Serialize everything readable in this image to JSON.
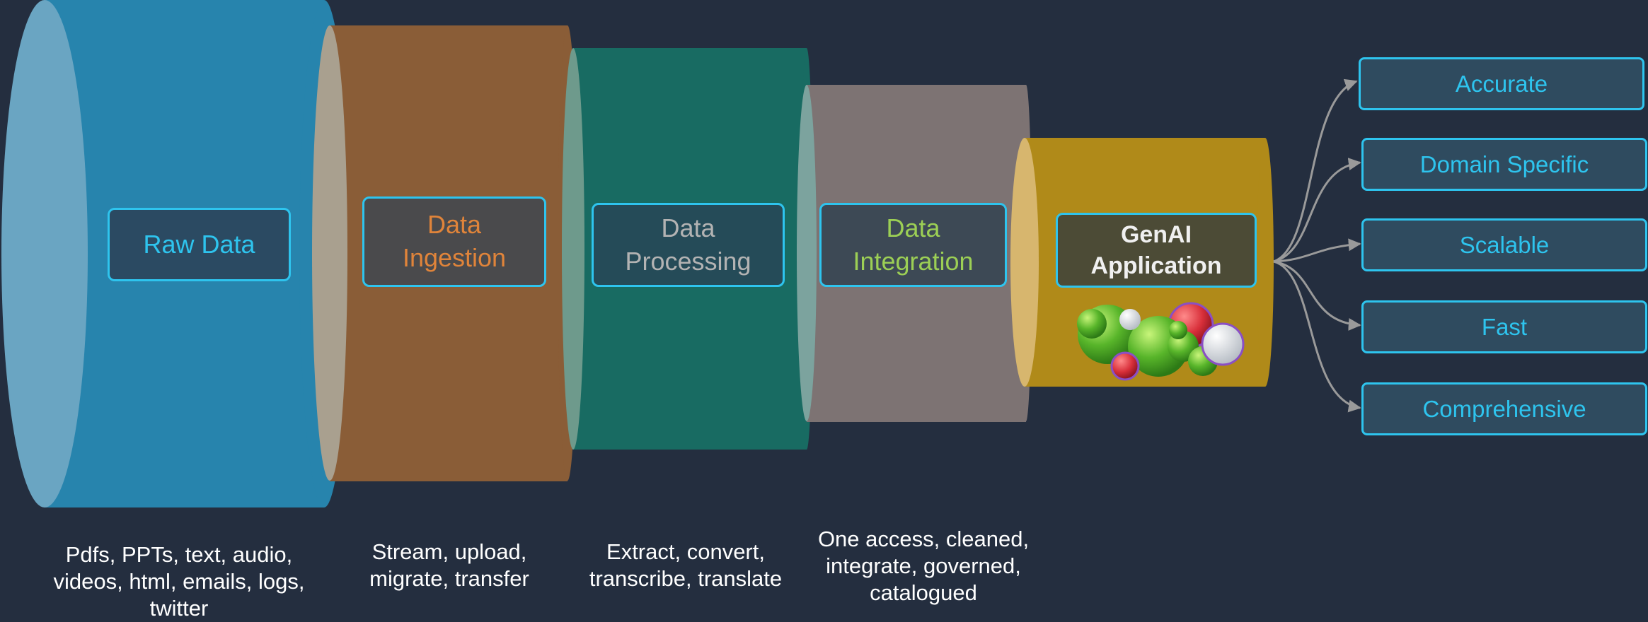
{
  "colors": {
    "background": "#242e3f",
    "accent_border": "#2ec4ee",
    "raw_data_cylinder": "#2784ad",
    "ingestion_cylinder": "#8a5d37",
    "processing_cylinder": "#186b62",
    "integration_cylinder": "#7d7373",
    "genai_cylinder": "#b08a19"
  },
  "stages": [
    {
      "id": "raw-data",
      "title_lines": [
        "Raw Data"
      ],
      "title_color": "#2ec4ee",
      "description_lines": [
        "Pdfs, PPTs, text, audio,",
        "videos, html, emails, logs,",
        "twitter"
      ]
    },
    {
      "id": "data-ingestion",
      "title_lines": [
        "Data",
        "Ingestion"
      ],
      "title_color": "#e0843a",
      "description_lines": [
        "Stream, upload,",
        "migrate, transfer"
      ]
    },
    {
      "id": "data-processing",
      "title_lines": [
        "Data",
        "Processing"
      ],
      "title_color": "#b3b3b3",
      "description_lines": [
        "Extract, convert,",
        "transcribe, translate"
      ]
    },
    {
      "id": "data-integration",
      "title_lines": [
        "Data",
        "Integration"
      ],
      "title_color": "#9ccf55",
      "description_lines": [
        "One access, cleaned,",
        "integrate, governed,",
        "catalogued"
      ]
    },
    {
      "id": "genai-application",
      "title_lines": [
        "GenAI",
        "Application"
      ],
      "title_color": "#f0f0f0",
      "description_lines": []
    }
  ],
  "outcomes": [
    "Accurate",
    "Domain Specific",
    "Scalable",
    "Fast",
    "Comprehensive"
  ],
  "icons": {
    "genai_cluster": "bubble-cluster-icon",
    "outcome_arrow": "curved-arrow-icon"
  }
}
